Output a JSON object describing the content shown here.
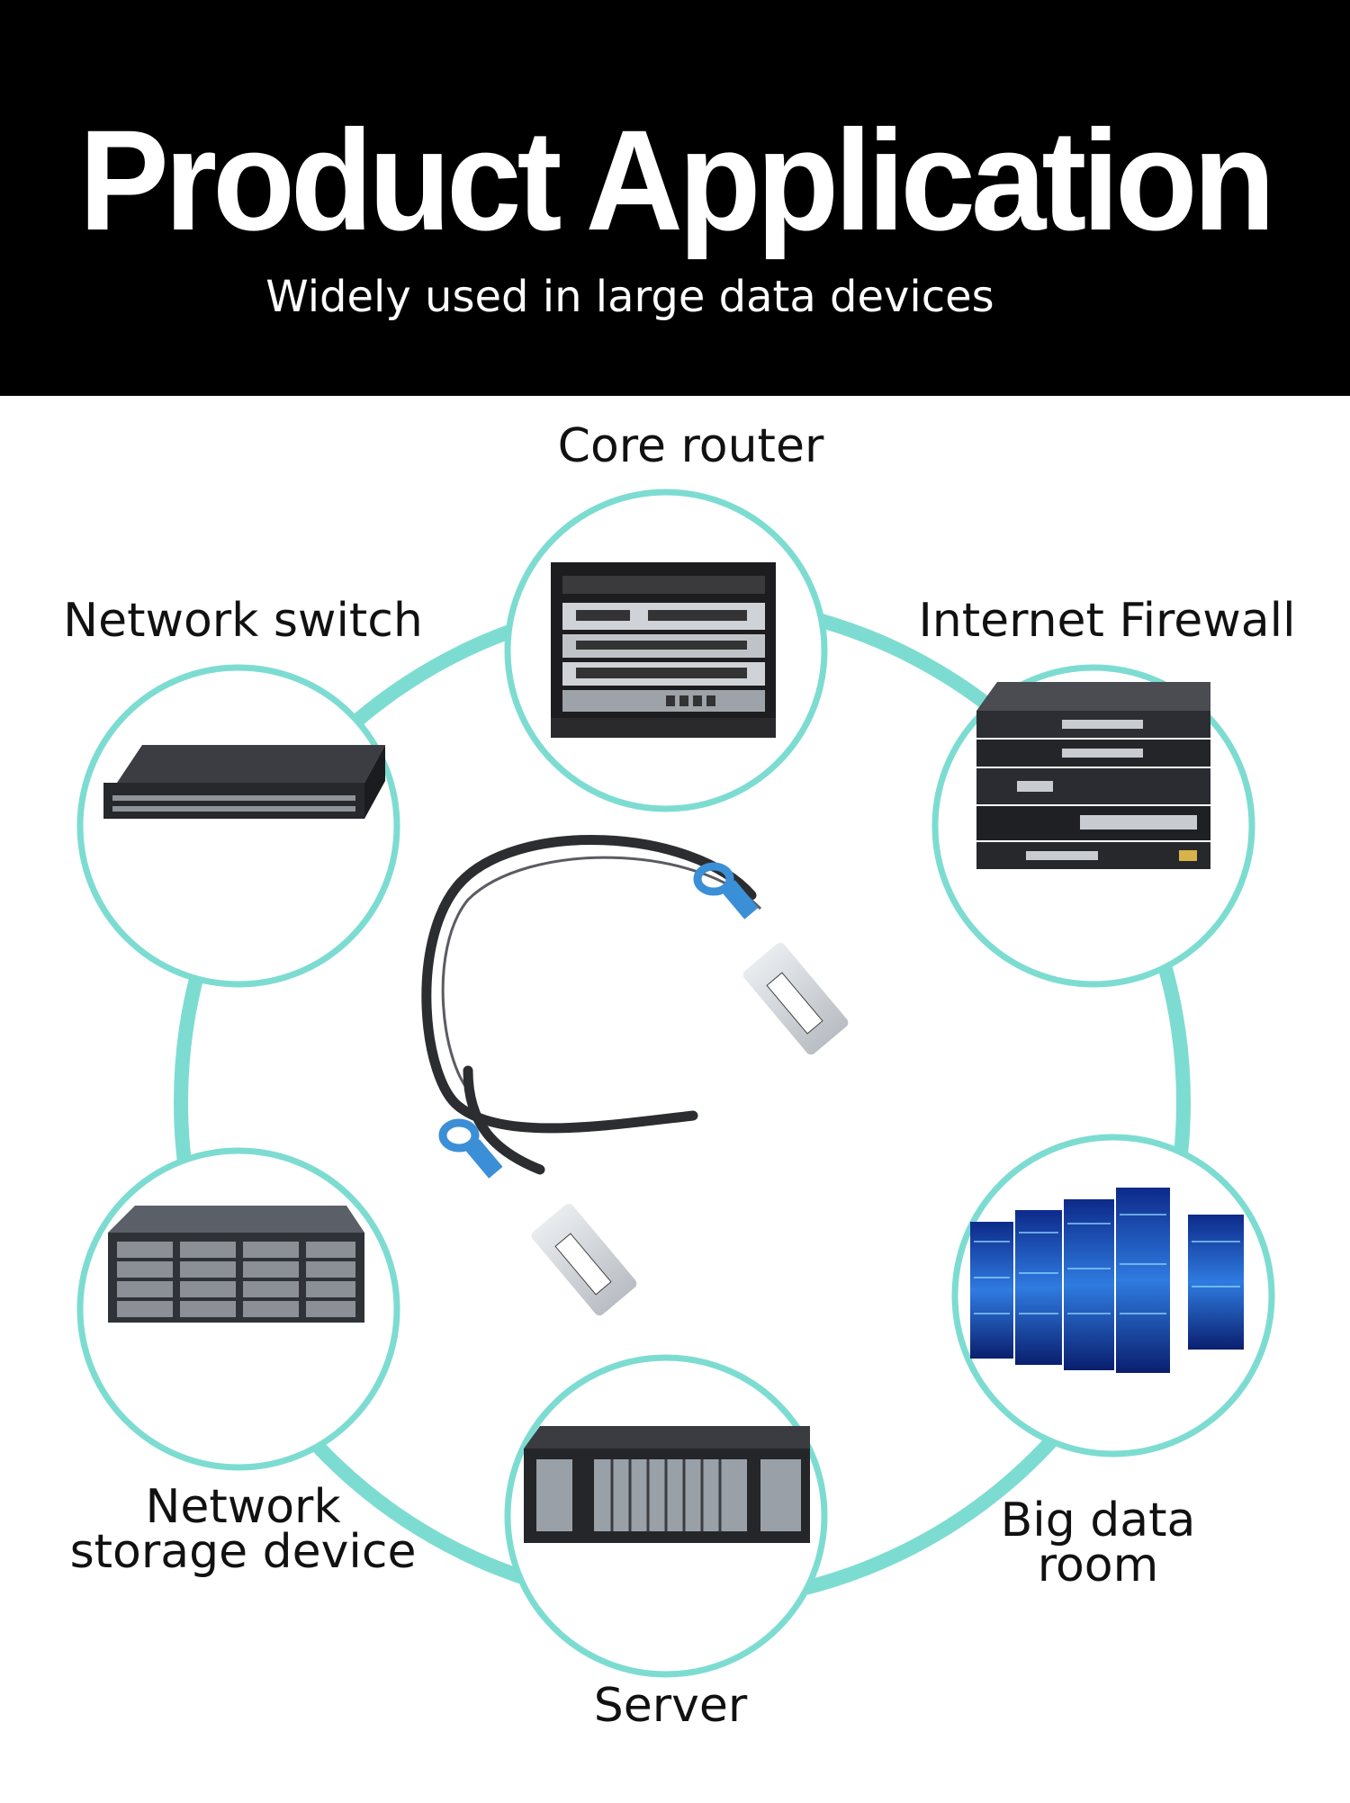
{
  "header": {
    "title": "Product Application",
    "subtitle": "Widely used in large data devices"
  },
  "colors": {
    "header_bg": "#000000",
    "ring": "#7ddcd1",
    "cable_tab": "#3b8fd6"
  },
  "devices": [
    {
      "label": "Core router",
      "icon": "core-router-icon"
    },
    {
      "label": "Network switch",
      "icon": "network-switch-icon"
    },
    {
      "label": "Internet Firewall",
      "icon": "firewall-icon"
    },
    {
      "label": "Network\nstorage device",
      "icon": "storage-icon"
    },
    {
      "label": "Big data\nroom",
      "icon": "server-racks-icon"
    },
    {
      "label": "Server",
      "icon": "server-icon"
    }
  ]
}
